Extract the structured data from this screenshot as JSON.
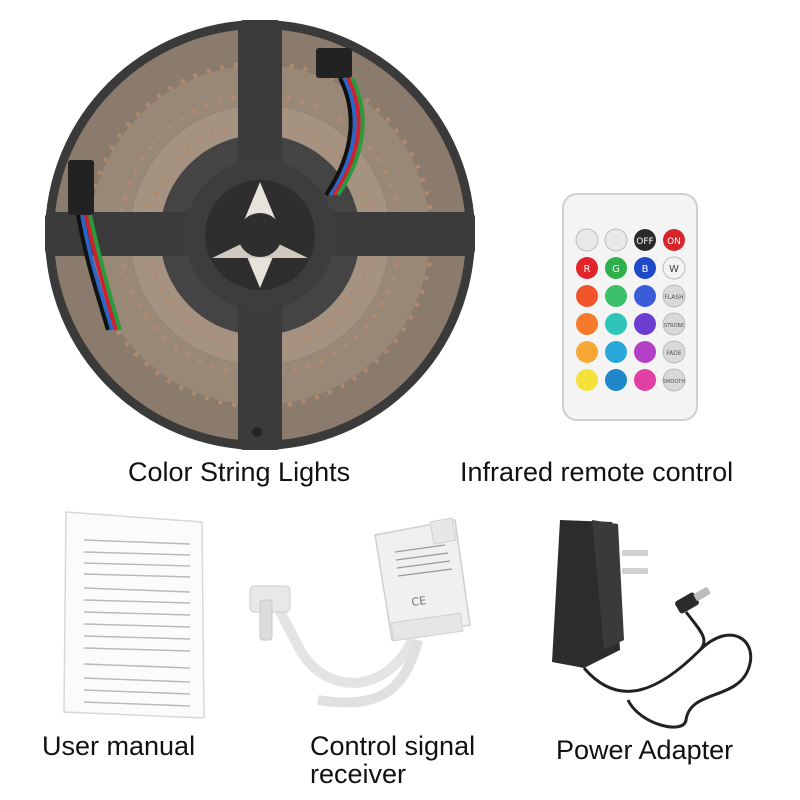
{
  "captions": {
    "strip": "Color String Lights",
    "remote": "Infrared remote control",
    "manual": "User manual",
    "receiver_line1": "Control signal",
    "receiver_line2": "receiver",
    "adapter": "Power Adapter"
  },
  "remote": {
    "btn_off": "OFF",
    "btn_on": "ON",
    "r": "R",
    "g": "G",
    "b": "B",
    "w": "W",
    "flash": "FLASH",
    "strobe": "STROBE",
    "fade": "FADE",
    "smooth": "SMOOTH"
  },
  "colors": {
    "background": "#ffffff",
    "reel": "#3c3c3c",
    "remote_body": "#f4f4f4"
  }
}
